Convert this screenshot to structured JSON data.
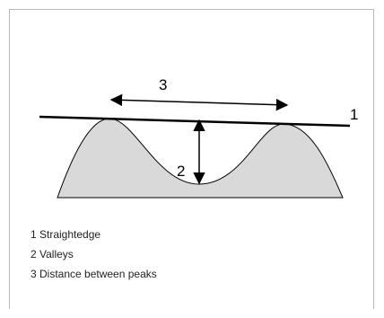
{
  "diagram": {
    "colors": {
      "surface_fill": "#d9d9d9",
      "line": "#000000",
      "frame": "#b8b8b8"
    },
    "callouts": {
      "straightedge": "1",
      "valleys": "2",
      "distance": "3"
    },
    "legend": [
      {
        "text": "1 Straightedge"
      },
      {
        "text": "2 Valleys"
      },
      {
        "text": "3 Distance between peaks"
      }
    ]
  }
}
